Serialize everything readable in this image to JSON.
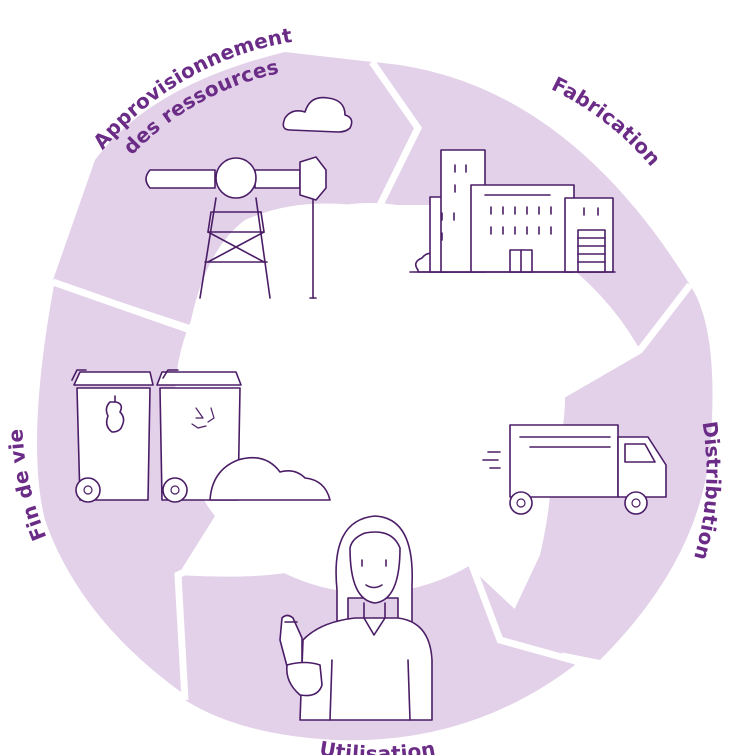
{
  "diagram": {
    "stages": [
      {
        "id": "approvisionnement",
        "line1": "Approvisionnement",
        "line2": "des ressources"
      },
      {
        "id": "fabrication",
        "label": "Fabrication"
      },
      {
        "id": "distribution",
        "label": "Distribution"
      },
      {
        "id": "utilisation",
        "label": "Utilisation"
      },
      {
        "id": "fin-de-vie",
        "label": "Fin de vie"
      }
    ],
    "colors": {
      "segment": "#e2d1e9",
      "label": "#6a2c86",
      "ink": "#4b1d66",
      "background": "#ffffff"
    },
    "icons": [
      "oil-pump-icon",
      "cloud-icon",
      "factory-icon",
      "delivery-truck-icon",
      "woman-with-bottle-icon",
      "compost-bin-icon",
      "recycling-bin-icon",
      "recycle-symbol-icon",
      "apple-core-icon"
    ]
  }
}
